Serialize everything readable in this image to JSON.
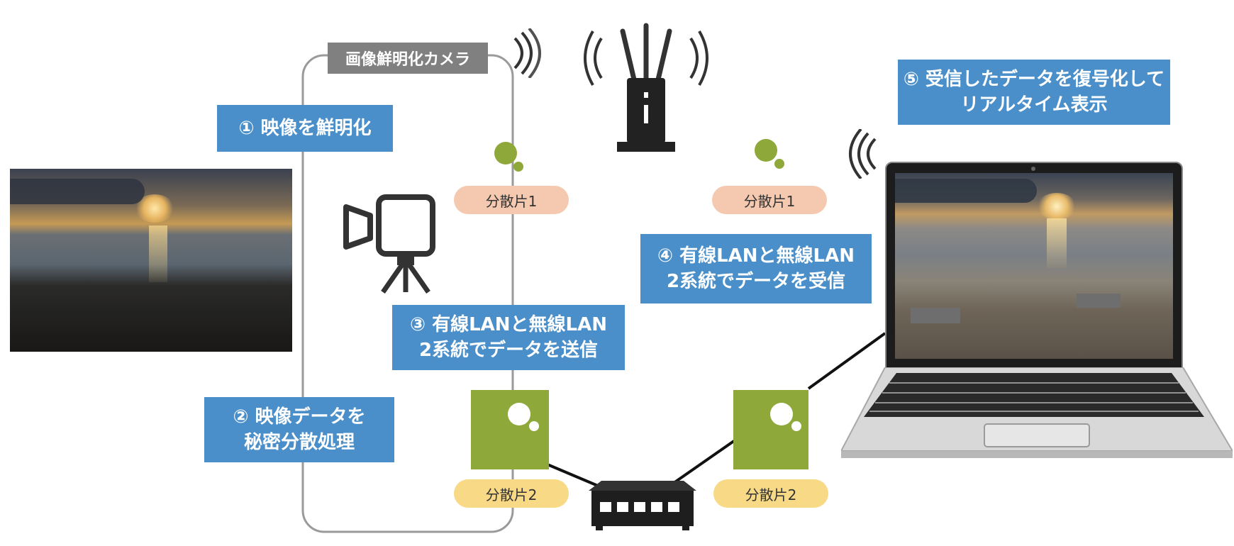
{
  "camera_label": "画像鮮明化カメラ",
  "steps": {
    "s1": "① 映像を鮮明化",
    "s2": "② 映像データを\n秘密分散処理",
    "s3": "③ 有線LANと無線LAN\n2系統でデータを送信",
    "s4": "④ 有線LANと無線LAN\n2系統でデータを受信",
    "s5": "⑤ 受信したデータを復号化して\nリアルタイム表示"
  },
  "shares": {
    "share1": "分散片1",
    "share2": "分散片2"
  },
  "icons": [
    "video-camera-icon",
    "wifi-router-icon",
    "network-switch-icon",
    "laptop-icon",
    "wifi-signal-icon"
  ],
  "colors": {
    "step_box": "#4a8fc9",
    "share1_pill": "#f4c9b0",
    "share2_pill": "#f8da86",
    "share_green": "#8fa83a",
    "camera_label_bg": "#808080"
  }
}
